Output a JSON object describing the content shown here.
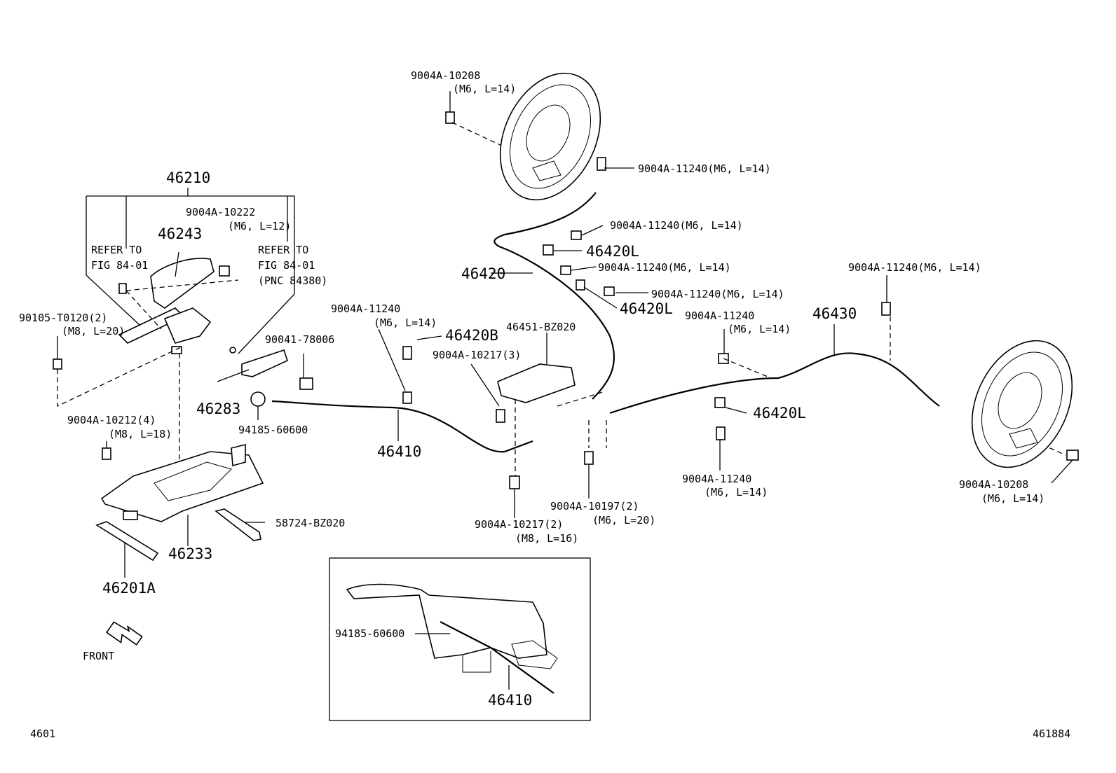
{
  "labels": {
    "p46210": "46210",
    "p46243": "46243",
    "refer1_line1": "REFER TO",
    "refer1_line2": "FIG 84-01",
    "b10222": "9004A-10222",
    "b10222_spec": "(M6, L=12)",
    "refer2_line1": "REFER TO",
    "refer2_line2": "FIG 84-01",
    "refer2_line3": "(PNC 84380)",
    "b90105": "90105-T0120(2)",
    "b90105_spec": "(M8, L=20)",
    "p90041": "90041-78006",
    "p46283": "46283",
    "p94185a": "94185-60600",
    "b10212": "9004A-10212(4)",
    "b10212_spec": "(M8, L=18)",
    "p58724": "58724-BZ020",
    "p46233": "46233",
    "p46201A": "46201A",
    "front": "FRONT",
    "b10208_top": "9004A-10208",
    "b10208_top_spec": "(M6, L=14)",
    "b11240_a": "9004A-11240(M6, L=14)",
    "b11240_b": "9004A-11240(M6, L=14)",
    "p46420L_a": "46420L",
    "p46420": "46420",
    "b11240_c": "9004A-11240(M6, L=14)",
    "b11240_d": "9004A-11240(M6, L=14)",
    "p46420L_b": "46420L",
    "b11240_e": "9004A-11240",
    "b11240_e_spec": "(M6, L=14)",
    "p46420B": "46420B",
    "p46451": "46451-BZ020",
    "b10217_3": "9004A-10217(3)",
    "p46410": "46410",
    "b10217_2": "9004A-10217(2)",
    "b10217_2_spec": "(M8, L=16)",
    "b10197": "9004A-10197(2)",
    "b10197_spec": "(M6, L=20)",
    "b11240_f": "9004A-11240(M6, L=14)",
    "b11240_g": "9004A-11240",
    "b11240_g_spec": "(M6, L=14)",
    "p46430": "46430",
    "p46420L_c": "46420L",
    "b11240_h": "9004A-11240",
    "b11240_h_spec": "(M6, L=14)",
    "b10208_right": "9004A-10208",
    "b10208_right_spec": "(M6, L=14)",
    "inset_94185": "94185-60600",
    "inset_46410": "46410",
    "footer_left": "4601",
    "footer_right": "461884"
  }
}
